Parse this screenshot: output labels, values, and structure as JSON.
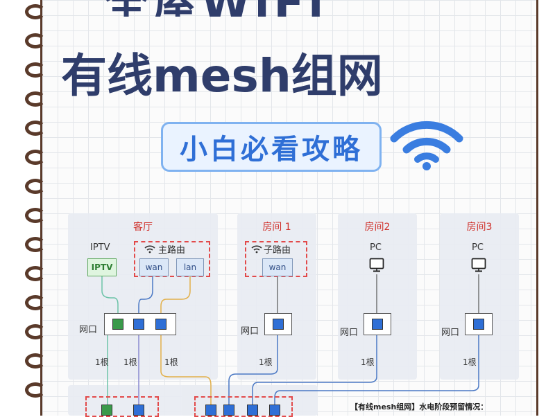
{
  "title_top": "全屋WiFi",
  "title_main": "有线mesh组网",
  "subtitle": "小白必看攻略",
  "icons": {
    "big": "wifi-icon",
    "pc": "monitor-icon",
    "router": "wifi-icon"
  },
  "colors": {
    "title": "#2f3d6b",
    "accent": "#2f6fd6",
    "room_label": "#d0302a",
    "dashed": "#e24a4a",
    "iptv": "#3a9a4a"
  },
  "rooms": [
    {
      "label": "客厅"
    },
    {
      "label": "房间 1"
    },
    {
      "label": "房间2"
    },
    {
      "label": "房间3"
    }
  ],
  "living": {
    "iptv_label": "IPTV",
    "iptv_box": "IPTV",
    "router_label": "主路由",
    "wan": "wan",
    "lan": "lan",
    "jack_label": "网口"
  },
  "room1": {
    "router_label": "子路由",
    "wan": "wan",
    "jack_label": "网口"
  },
  "room2": {
    "device": "PC",
    "jack_label": "网口"
  },
  "room3": {
    "device": "PC",
    "jack_label": "网口"
  },
  "cables": [
    "1根",
    "1根",
    "1根",
    "1根",
    "1根",
    "1根"
  ],
  "note": "【有线mesh组网】水电阶段预留情况："
}
